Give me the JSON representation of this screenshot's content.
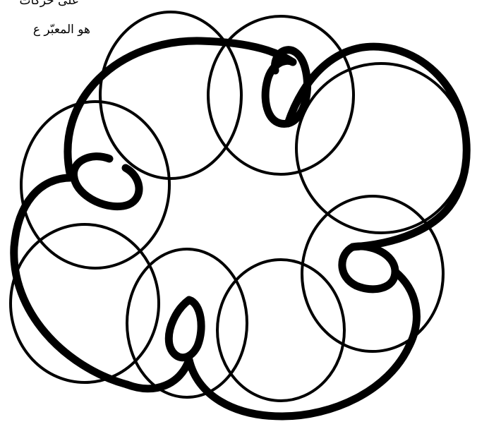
{
  "text_lines": [
    "على حركات",
    "هو المعبّر ع"
  ],
  "colors": {
    "stroke": "#000000",
    "background": "#ffffff"
  },
  "figure": {
    "type": "looped-ring-figure",
    "loop_count": 5
  }
}
